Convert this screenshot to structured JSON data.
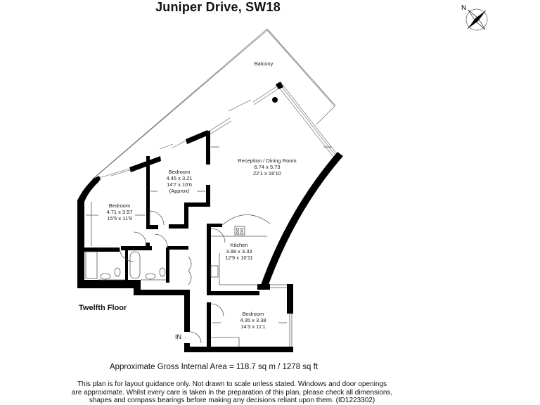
{
  "header": {
    "title": "Juniper Drive, SW18"
  },
  "compass": {
    "label": "N",
    "icon": "compass-rose-icon"
  },
  "rooms": [
    {
      "name": "Balcony",
      "metric": "",
      "imperial": "",
      "note": ""
    },
    {
      "name": "Reception / Dining Room",
      "metric": "6.74 x 5.73",
      "imperial": "22'1 x 18'10",
      "note": ""
    },
    {
      "name": "Bedroom",
      "metric": "4.45 x 3.21",
      "imperial": "14'7 x 10'6",
      "note": "(Approx)"
    },
    {
      "name": "Bedroom",
      "metric": "4.71 x 3.57",
      "imperial": "15'5 x 11'9",
      "note": ""
    },
    {
      "name": "Kitchen",
      "metric": "3.88 x 3.33",
      "imperial": "12'9 x 10'11",
      "note": ""
    },
    {
      "name": "Bedroom",
      "metric": "4.35 x 3.38",
      "imperial": "14'3 x 11'1",
      "note": ""
    }
  ],
  "floor": {
    "label": "Twelfth Floor",
    "entrance": "IN"
  },
  "area": {
    "text": "Approximate Gross Internal Area  = 118.7 sq m / 1278 sq ft"
  },
  "disclaimer": {
    "line1": "This plan is for layout guidance only. Not drawn to scale unless stated. Windows and door openings",
    "line2": "are approximate. Whilst every care is taken in the preparation of this plan, please check all dimensions,",
    "line3": "shapes and compass bearings before making any decisions reliant upon them. (ID1223302)"
  },
  "colors": {
    "wall": "#000000",
    "line": "#8a8a8a",
    "background": "#ffffff"
  }
}
